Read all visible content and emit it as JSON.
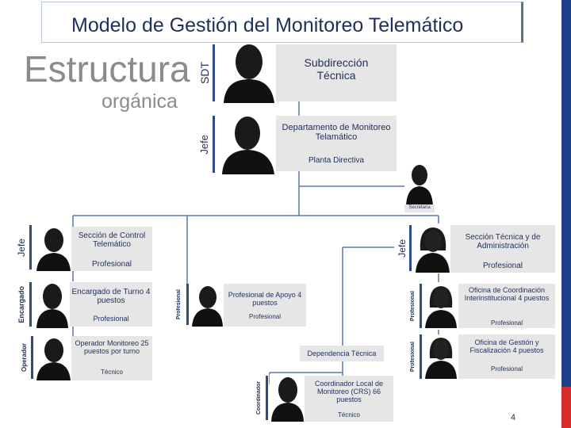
{
  "header": {
    "title": "Modelo de Gestión del Monitoreo Telemático",
    "subtitle_big": "Estructura",
    "subtitle_small": "orgánica"
  },
  "top": {
    "sdt": {
      "tag": "SDT",
      "title": "Subdirección Técnica"
    },
    "jefe_depto": {
      "tag": "Jefe",
      "title": "Departamento de Monitoreo Telamático",
      "sub": "Planta Directiva"
    },
    "secretaria": {
      "label": "Secretaria"
    }
  },
  "left": {
    "seccion_control": {
      "tag": "Jefe",
      "title": "Sección de Control Telemático",
      "sub": "Profesional"
    },
    "encargado": {
      "tag": "Encargado",
      "title": "Encargado de Turno 4 puestos",
      "sub": "Profesional"
    },
    "operador": {
      "tag": "Operador",
      "title": "Operador Monitoreo 25 puestos por turno",
      "sub": "Técnico"
    }
  },
  "center": {
    "apoyo": {
      "tag": "Profesional",
      "title": "Profesional de Apoyo 4 puestos",
      "sub": "Profesional"
    },
    "dependencia": {
      "label": "Dependencia Técnica"
    },
    "coordinador": {
      "tag": "Coordinador",
      "title": "Coordinador Local de Monitoreo (CRS) 66 puestos",
      "sub": "Técnico"
    }
  },
  "right": {
    "seccion_tecnica": {
      "tag": "Jefe",
      "title": "Sección Técnica y de Administración",
      "sub": "Profesional"
    },
    "coordinacion": {
      "tag": "Profesional",
      "title": "Oficina de Coordinación Interinstitucional 4 puestos",
      "sub": "Profesional"
    },
    "gestion": {
      "tag": "Profesional",
      "title": "Oficina de Gestión y Fiscalización 4 puestos",
      "sub": "Profesional"
    }
  },
  "footer": {
    "page_number": "4"
  },
  "colors": {
    "line": "#5b76b3",
    "accent": "#2f4a86",
    "flag_blue": "#1f3e8a",
    "flag_red": "#d52b2b"
  }
}
